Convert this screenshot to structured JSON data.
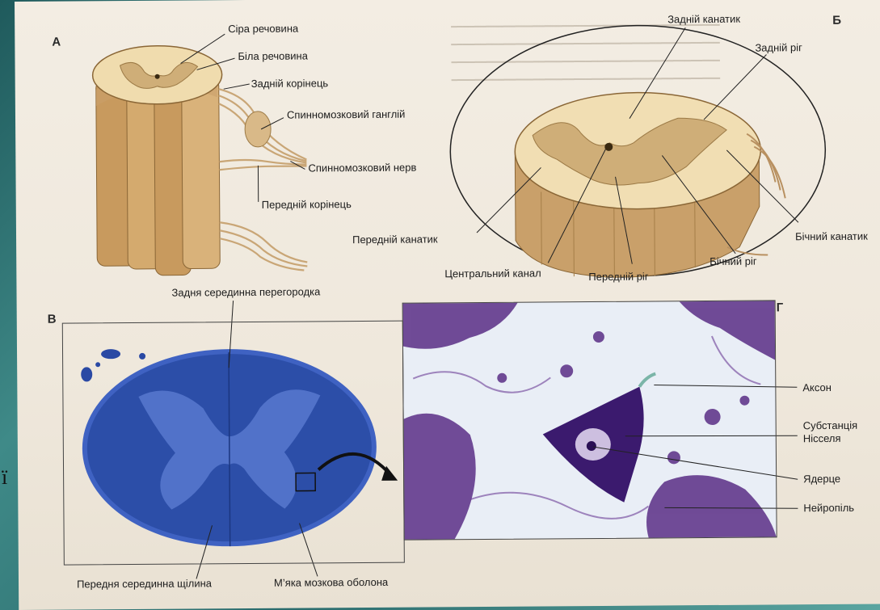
{
  "panels": {
    "a": "А",
    "b": "Б",
    "v": "В",
    "g": "Г"
  },
  "panel_a_labels": {
    "grey_matter": "Сіра речовина",
    "white_matter": "Біла речовина",
    "dorsal_root": "Задній корінець",
    "spinal_ganglion": "Спинномозковий ганглій",
    "spinal_nerve": "Спинномозковий нерв",
    "ventral_root": "Передній корінець"
  },
  "panel_b_labels": {
    "dorsal_funiculus": "Задній канатик",
    "dorsal_horn": "Задній ріг",
    "lateral_funiculus": "Бічний канатик",
    "lateral_horn": "Бічний ріг",
    "ventral_horn": "Передній ріг",
    "central_canal": "Центральний канал",
    "ventral_funiculus": "Передній канатик"
  },
  "panel_v_labels": {
    "posterior_septum": "Задня серединна перегородка",
    "anterior_fissure": "Передня серединна щілина",
    "pia_mater": "М’яка мозкова оболона"
  },
  "panel_g_labels": {
    "axon": "Аксон",
    "nissl": "Субстанція\nНісселя",
    "nucleolus": "Ядерце",
    "neuropil": "Нейропіль"
  },
  "side_glyph": "ї",
  "colors": {
    "page": "#efe8dc",
    "stain": "#3a5cb8",
    "tissue": "#c9a878",
    "grey": "#bfa070"
  }
}
